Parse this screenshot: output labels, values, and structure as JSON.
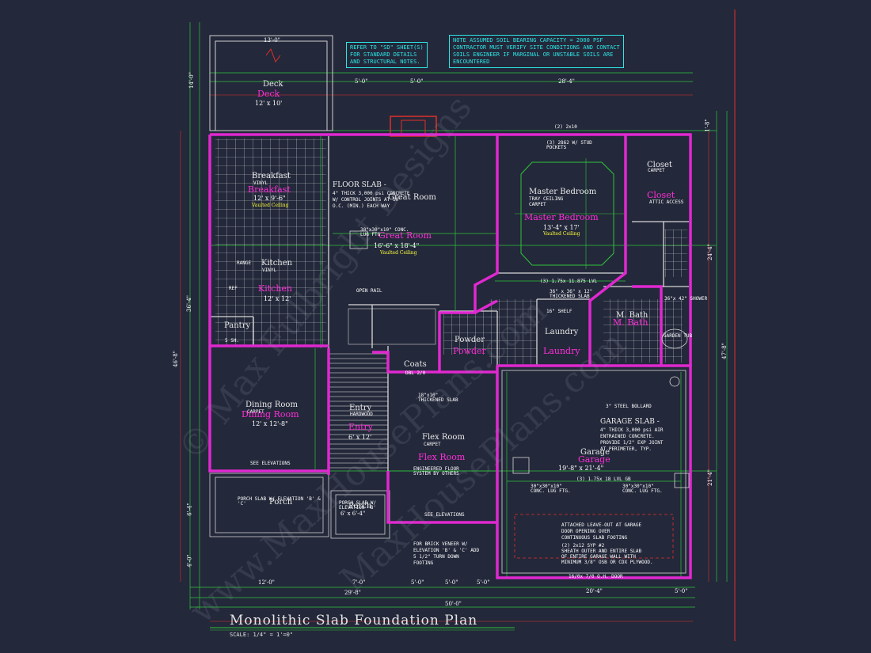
{
  "title": "Monolithic Slab Foundation Plan",
  "scale": "SCALE: 1/4\" = 1'=0\"",
  "notes": {
    "sd_sheets": [
      "REFER TO \"SD\" SHEET(S)",
      "FOR STANDARD DETAILS",
      "AND STRUCTURAL NOTES."
    ],
    "soil": [
      "NOTE ASSUMED SOIL BEARING CAPACITY = 2000 PSF",
      "CONTRACTOR MUST VERIFY SITE CONDITIONS AND CONTACT",
      "SOILS ENGINEER IF MARGINAL OR UNSTABLE SOILS ARE",
      "ENCOUNTERED"
    ]
  },
  "watermark": [
    "© Max Fulbright Designs",
    "www.MaxHousePlans.com",
    "MaxHousePlans.com"
  ],
  "rooms": {
    "deck": {
      "name": "Deck",
      "name2": "Deck",
      "size": "12' x 10'"
    },
    "breakfast": {
      "name": "Breakfast",
      "floor": "VINYL",
      "name2": "Breakfast",
      "size": "12' x 9'-6\"",
      "ceiling": "Vaulted Ceiling"
    },
    "great": {
      "name": "Great Room",
      "name2": "Great Room",
      "size": "16'-6\" x 18'-4\"",
      "ceiling": "Vaulted Ceiling"
    },
    "master": {
      "name": "Master Bedroom",
      "tray": "TRAY CEILING",
      "floor": "CARPET",
      "name2": "Master Bedroom",
      "size": "13'-4\" x 17'",
      "ceiling": "Vaulted Ceiling"
    },
    "closet": {
      "name": "Closet",
      "floor": "CARPET",
      "name2": "Closet",
      "attic": "ATTIC ACCESS"
    },
    "kitchen": {
      "name": "Kitchen",
      "floor": "VINYL",
      "name2": "Kitchen",
      "size": "12' x 12'",
      "range": "RANGE",
      "ref": "REF"
    },
    "pantry": {
      "name": "Pantry",
      "shelf": "5 SH."
    },
    "powder": {
      "name": "Powder",
      "name2": "Powder"
    },
    "laundry": {
      "name": "Laundry",
      "name2": "Laundry",
      "shelf": "16\" SHELF"
    },
    "mbath": {
      "name": "M. Bath",
      "name2": "M. Bath",
      "shower": "36\"x 42\" SHOWER",
      "tub": "GARDEN TUB"
    },
    "coats": {
      "name": "Coats",
      "rod": "DBL 2/0"
    },
    "dining": {
      "name": "Dining Room",
      "floor": "CARPET",
      "name2": "Dining Room",
      "size": "12' x 12'-8\""
    },
    "entry": {
      "name": "Entry",
      "floor": "HARDWOOD",
      "name2": "Entry",
      "size": "6' x 12'"
    },
    "flex": {
      "name": "Flex Room",
      "floor": "CARPET",
      "name2": "Flex Room"
    },
    "garage": {
      "name": "Garage",
      "name2": "Garage",
      "size": "19'-8\" x 21'-4\""
    },
    "porch1": {
      "name": "Porch",
      "note": "PORCH SLAB W/ ELEVATION 'B' & 'C'"
    },
    "porch2": {
      "name": "Porch",
      "size": "6' x 6'-4\"",
      "note": "PORCH SLAB W/ ELEVATION 'B'"
    }
  },
  "slab_notes": {
    "floor_title": "FLOOR SLAB -",
    "floor_text": [
      "4\" THICK 3,000 psi CONCRETE",
      "W/ CONTROL JOINTS AT 10'",
      "O.C. (MIN.) EACH WAY"
    ],
    "garage_title": "GARAGE SLAB -",
    "garage_text": [
      "4\" THICK 3,000 psi AIR",
      "ENTRAINED CONCRETE.",
      "PROVIDE 1/2\" EXP JOINT",
      "AT PERIMETER, TYP."
    ],
    "lug1": "30\"x30\"x10\" CONC. LUG FTG.",
    "lug2": "30\"x30\"x10\" CONC. LUG FTG.",
    "lug3": "30\"x30\"x10\" CONC. LUG FTG.",
    "thick1": "36\" x 36\" x 12\" THICKENED SLAB",
    "thick2": "18\"x10\" THICKENED SLAB",
    "open_rail": "OPEN RAIL",
    "see_elev1": "SEE ELEVATIONS",
    "see_elev2": "SEE ELEVATIONS",
    "bollard": "3\" STEEL BOLLARD",
    "eng_floor": "ENGINEERED FLOOR SYSTEM BY OTHERS",
    "brick": [
      "FOR BRICK VENEER W/",
      "ELEVATION 'B' & 'C' ADD",
      "5 1/2\" TURN DOWN",
      "FOOTING"
    ],
    "leave_out": [
      "ATTACHED LEAVE-OUT AT GARAGE",
      "DOOR OPENING OVER",
      "CONTINUOUS SLAB FOOTING"
    ],
    "sheath": [
      "(2) 2x12 SYP #2",
      "SHEATH OUTER AND ENTIRE SLAB",
      "OF ENTIRE GARAGE WALL WITH",
      "MINIMUM 3/8\" OSB OR CDX PLYWOOD."
    ],
    "garage_door": "16/0x 7/0 O.H. DOOR",
    "lvl1": "(3) 1.75x 11.875 LVL",
    "lvl2": "(3) 1.75x 18 LVL GB",
    "header": "(2) 2x10",
    "stud": "(3) 2862 W/ STUD POCKETS"
  },
  "dimensions": {
    "top": [
      "5'-0\"",
      "5'-0\"",
      "28'-4\""
    ],
    "deck_w": "13'-0\"",
    "bottom1": [
      "12'-0\"",
      "7'-0\"",
      "5'-0\"",
      "5'-0\"",
      "5'-0\"",
      "20'-4\"",
      "5'-0\""
    ],
    "bottom2": [
      "29'-8\"",
      "20'-4\""
    ],
    "total": "50'-0\"",
    "left": [
      "14'-0\"",
      "36'-4\"",
      "46'-8\"",
      "6'-4\"",
      "4'-0\""
    ],
    "right": [
      "1'-8\"",
      "24'-4\"",
      "47'-8\"",
      "21'-4\""
    ]
  }
}
